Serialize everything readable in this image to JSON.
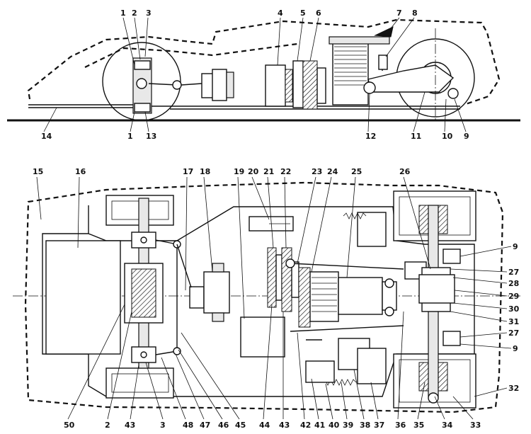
{
  "side_view": {
    "labels": [
      "1",
      "2",
      "3",
      "4",
      "5",
      "6",
      "7",
      "8",
      "9",
      "10",
      "11",
      "12",
      "13",
      "14",
      "1"
    ]
  },
  "plan_view": {
    "top_labels": [
      "15",
      "16",
      "17",
      "18",
      "19",
      "20",
      "21",
      "22",
      "23",
      "24",
      "25",
      "26"
    ],
    "right_labels": [
      "9",
      "27",
      "28",
      "29",
      "30",
      "31",
      "27",
      "9",
      "32"
    ],
    "bottom_labels": [
      "50",
      "2",
      "43",
      "3",
      "48",
      "47",
      "46",
      "45",
      "44",
      "43",
      "42",
      "41",
      "40",
      "39",
      "38",
      "37",
      "36",
      "35",
      "34",
      "33"
    ]
  }
}
